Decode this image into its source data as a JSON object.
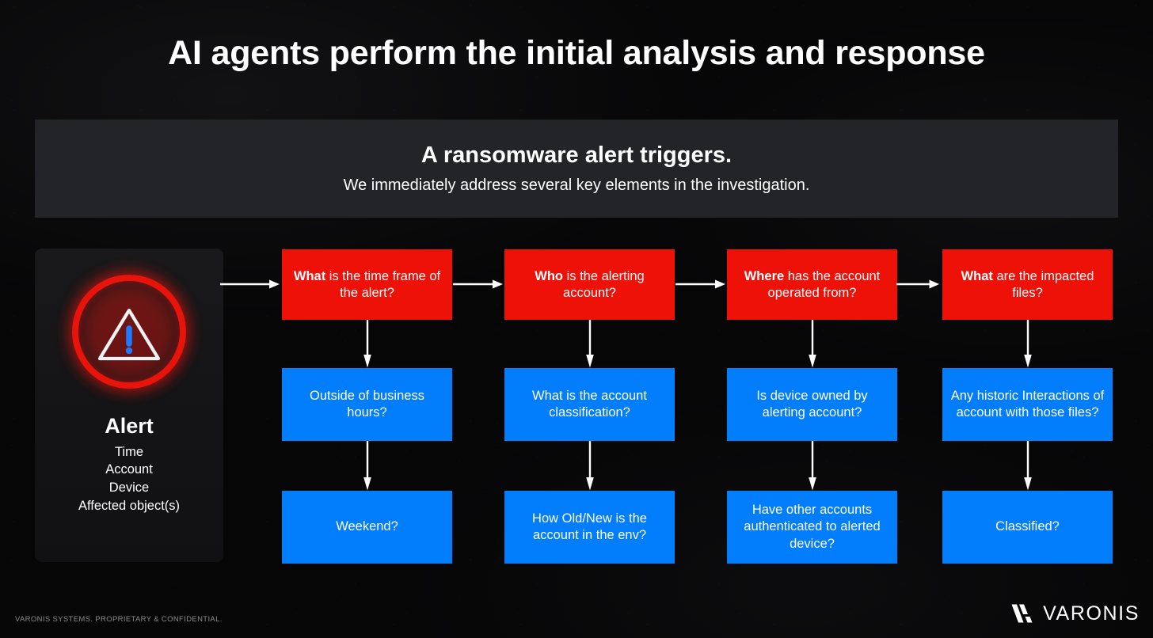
{
  "slide": {
    "title": "AI agents perform the initial analysis and response",
    "background_color": "#060607"
  },
  "banner": {
    "headline": "A ransomware alert triggers.",
    "subhead": "We immediately address several key elements in the investigation.",
    "background_color": "#232427"
  },
  "alert_panel": {
    "icon": "warning-triangle-icon",
    "ring_color": "#E8140C",
    "exclamation_color": "#1E7BFF",
    "title": "Alert",
    "attributes": [
      "Time",
      "Account",
      "Device",
      "Affected object(s)"
    ]
  },
  "flow": {
    "red_color": "#ED1108",
    "blue_color": "#027DFB",
    "columns": [
      {
        "question_bold": "What",
        "question_rest": " is the time frame of the alert?",
        "sub1": "Outside of business hours?",
        "sub2": "Weekend?"
      },
      {
        "question_bold": "Who",
        "question_rest": " is the alerting account?",
        "sub1": "What is the account classification?",
        "sub2": "How Old/New is the account in the env?"
      },
      {
        "question_bold": "Where",
        "question_rest": " has the account operated from?",
        "sub1": "Is device owned by alerting account?",
        "sub2": "Have other accounts authenticated to alerted device?"
      },
      {
        "question_bold": "What",
        "question_rest": " are the impacted files?",
        "sub1": "Any historic Interactions of account with those files?",
        "sub2": "Classified?"
      }
    ]
  },
  "footer": {
    "confidentiality": "VARONIS SYSTEMS. PROPRIETARY & CONFIDENTIAL.",
    "logo_text": "VARONIS",
    "logo_mark": "varonis-chevron-icon"
  }
}
